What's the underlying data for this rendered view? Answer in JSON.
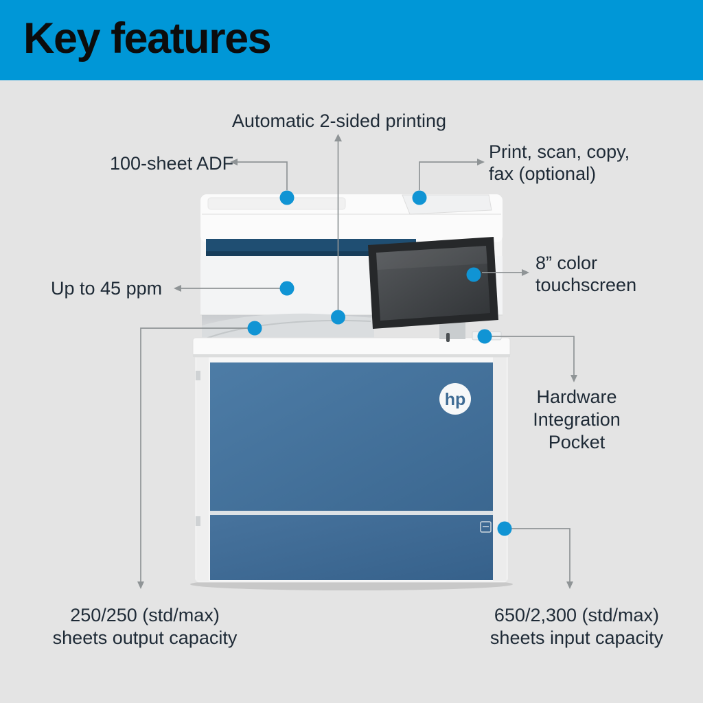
{
  "header": {
    "title": "Key features"
  },
  "brand_colors": {
    "header_blue": "#0097d7",
    "callout_dot_blue": "#1094d4",
    "printer_door_blue": "#44719b",
    "label_text": "#1e2a36",
    "page_background": "#e4e4e4"
  },
  "printer": {
    "logo": "hp"
  },
  "callouts": {
    "duplex": {
      "line1": "Automatic 2-sided printing"
    },
    "adf": {
      "line1": "100-sheet ADF"
    },
    "print_scan": {
      "line1": "Print, scan, copy,",
      "line2": "fax (optional)"
    },
    "touchscreen": {
      "line1": "8” color",
      "line2": "touchscreen"
    },
    "ppm": {
      "line1": "Up to 45 ppm"
    },
    "hip": {
      "line1": "Hardware",
      "line2": "Integration",
      "line3": "Pocket"
    },
    "output_capacity": {
      "line1": "250/250 (std/max)",
      "line2": "sheets output capacity"
    },
    "input_capacity": {
      "line1": "650/2,300 (std/max)",
      "line2": "sheets input capacity"
    }
  }
}
